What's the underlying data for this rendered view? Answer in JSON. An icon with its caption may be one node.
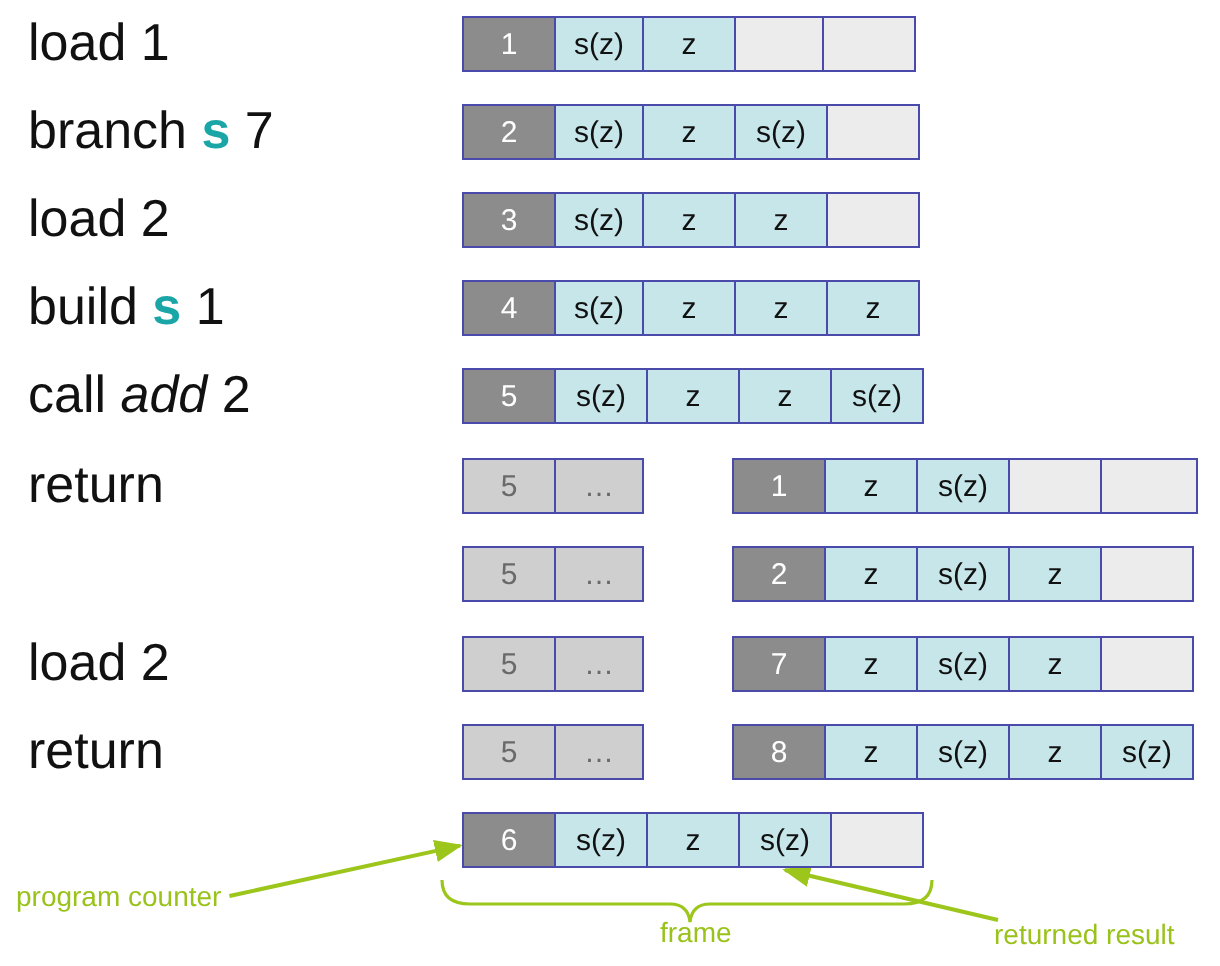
{
  "diagram": {
    "nodes": [
      {
        "text": [
          "1"
        ]
      },
      {
        "text": [
          "s(z)"
        ]
      },
      {
        "text": [
          "z"
        ]
      },
      {
        "text": [],
        "shape": "box"
      },
      {
        "text": [],
        "shape": "box"
      },
      {
        "text": [
          "2"
        ]
      },
      {
        "text": [
          "s(z)"
        ]
      },
      {
        "text": [
          "z"
        ]
      },
      {
        "text": [
          "s(z)"
        ]
      },
      {
        "text": [],
        "shape": "box"
      },
      {
        "text": [
          "3"
        ]
      },
      {
        "text": [
          "s(z)"
        ]
      },
      {
        "text": [
          "z"
        ]
      },
      {
        "text": [
          "z"
        ]
      },
      {
        "text": [],
        "shape": "box"
      },
      {
        "text": [
          "4"
        ]
      },
      {
        "text": [
          "s(z)"
        ]
      },
      {
        "text": [
          "z"
        ]
      },
      {
        "text": [
          "z"
        ]
      },
      {
        "text": [
          "z"
        ]
      },
      {
        "text": [
          "5"
        ]
      },
      {
        "text": [
          "s(z)"
        ]
      },
      {
        "text": [
          "z"
        ]
      },
      {
        "text": [
          "z"
        ]
      },
      {
        "text": [
          "s(z)"
        ]
      },
      {
        "text": [
          "5"
        ]
      },
      {
        "text": [
          "…"
        ]
      },
      {
        "text": [
          "1"
        ]
      },
      {
        "text": [
          "z"
        ]
      },
      {
        "text": [
          "s(z)"
        ]
      },
      {
        "text": [],
        "shape": "box"
      },
      {
        "text": [],
        "shape": "box"
      },
      {
        "text": [
          "5"
        ]
      },
      {
        "text": [
          "…"
        ]
      },
      {
        "text": [
          "2"
        ]
      },
      {
        "text": [
          "z"
        ]
      },
      {
        "text": [
          "s(z)"
        ]
      },
      {
        "text": [
          "z"
        ]
      },
      {
        "text": [],
        "shape": "box"
      },
      {
        "text": [
          "5"
        ]
      },
      {
        "text": [
          "…"
        ]
      },
      {
        "text": [
          "7"
        ]
      },
      {
        "text": [
          "z"
        ]
      },
      {
        "text": [
          "s(z)"
        ]
      },
      {
        "text": [
          "z"
        ]
      },
      {
        "text": [],
        "shape": "box"
      },
      {
        "text": [
          "5"
        ]
      },
      {
        "text": [
          "…"
        ]
      },
      {
        "text": [
          "8"
        ]
      },
      {
        "text": [
          "z"
        ]
      },
      {
        "text": [
          "s(z)"
        ]
      },
      {
        "text": [
          "z"
        ]
      },
      {
        "text": [
          "s(z)"
        ]
      },
      {
        "text": [
          "6"
        ]
      },
      {
        "text": [
          "s(z)"
        ]
      },
      {
        "text": [
          "z"
        ]
      },
      {
        "text": [
          "s(z)"
        ]
      },
      {
        "text": [],
        "shape": "box"
      },
      {
        "text": [
          "program counter"
        ]
      },
      {
        "text": [
          "returned result"
        ]
      }
    ],
    "edges": [
      {
        "from": 58,
        "to": 53,
        "arrow": "to"
      },
      {
        "from": 59,
        "to": 56,
        "arrow": "to"
      }
    ],
    "labels": [
      "load 1",
      "branch **s** 7",
      "load 2",
      "build **s** 1",
      "call *add* 2",
      "return",
      "load 2",
      "return",
      "frame"
    ]
  }
}
